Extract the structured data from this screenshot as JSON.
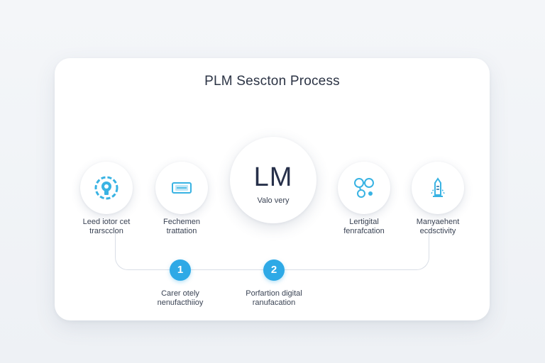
{
  "diagram": {
    "title": "PLM Sescton Process",
    "center": {
      "big_text": "LM",
      "small_text": "Valo very"
    },
    "nodes": [
      {
        "icon": "lightbulb-gear-icon",
        "line1": "Leed iotor cet",
        "line2": "trarscclon"
      },
      {
        "icon": "device-card-icon",
        "line1": "Fechemen",
        "line2": "trattation"
      },
      {
        "icon": "molecule-network-icon",
        "line1": "Lertigital",
        "line2": "fenrafcation"
      },
      {
        "icon": "bottle-rocket-icon",
        "line1": "Manyaehent",
        "line2": "ecdsctivity"
      }
    ],
    "steps": [
      {
        "number": "1",
        "line1": "Carer otely",
        "line2": "nenufacthiioy"
      },
      {
        "number": "2",
        "line1": "Porfartion digital",
        "line2": "ranufacation"
      }
    ],
    "colors": {
      "accent": "#2ea9e6",
      "icon": "#39b3e3",
      "text": "#2c3445"
    }
  }
}
